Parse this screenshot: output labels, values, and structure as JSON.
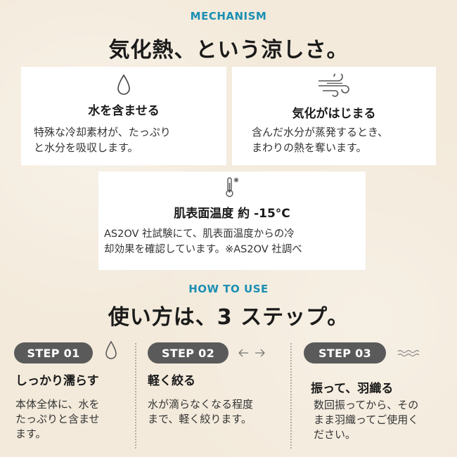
{
  "mechanism": {
    "label": "MECHANISM",
    "headline": "気化熱、という涼しさ。",
    "cards": [
      {
        "icon": "water-drop-icon",
        "title": "水を含ませる",
        "body_line1": "特殊な冷却素材が、たっぷり",
        "body_line2": "と水分を吸収します。"
      },
      {
        "icon": "wind-icon",
        "title": "気化がはじまる",
        "body_line1": "含んだ水分が蒸発するとき、",
        "body_line2": "まわりの熱を奪います。"
      },
      {
        "icon": "thermometer-snowflake-icon",
        "title": "肌表面温度 約 -15°C",
        "body_line1": "AS2OV 社試験にて、肌表面温度からの冷",
        "body_line2": "却効果を確認しています。※AS2OV 社調べ"
      }
    ]
  },
  "how_to_use": {
    "label": "HOW TO USE",
    "headline": "使い方は、3 ステップ。",
    "steps": [
      {
        "badge": "STEP 01",
        "icon": "water-drop-icon",
        "title": "しっかり濡らす",
        "body_line1": "本体全体に、水を",
        "body_line2": "たっぷりと含ませ",
        "body_line3": "ます。"
      },
      {
        "badge": "STEP 02",
        "icon": "wring-arrows-icon",
        "title": "軽く絞る",
        "body_line1": "水が滴らなくなる程度",
        "body_line2": "まで、軽く絞ります。"
      },
      {
        "badge": "STEP 03",
        "icon": "wave-icon",
        "title": "振って、羽織る",
        "body_line1": "数回振ってから、その",
        "body_line2": "まま羽織ってご使用く",
        "body_line3": "ださい。"
      }
    ]
  },
  "colors": {
    "accent": "#1b8fb3",
    "badge": "#5a5a5a",
    "background": "#f3eadb"
  }
}
